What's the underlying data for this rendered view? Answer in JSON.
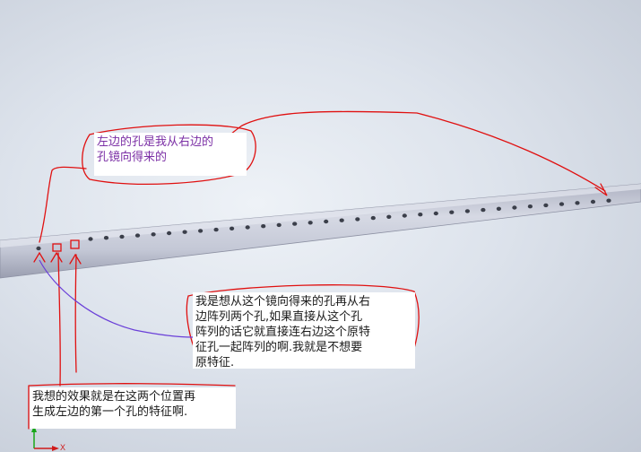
{
  "annotations": {
    "top": "左边的孔是我从右边的\n孔镜向得来的",
    "middle": "我是想从这个镜向得来的孔再从右\n边阵列两个孔,如果直接从这个孔\n阵列的话它就直接连右边这个原特\n征孔一起阵列的啊.我就是不想要\n原特征.",
    "bottom": "我想的效果就是在这两个位置再\n生成左边的第一个孔的特征啊."
  },
  "colors": {
    "viewport_bg": "#dde3ec",
    "pipe": "#c9ccd9",
    "hole": "#3b3f4a",
    "ink_red": "#e01010",
    "ink_purple": "#6a3fd8",
    "axis_x": "#d01a1a",
    "axis_y": "#19a619"
  },
  "triad": {
    "x_label": "X"
  }
}
